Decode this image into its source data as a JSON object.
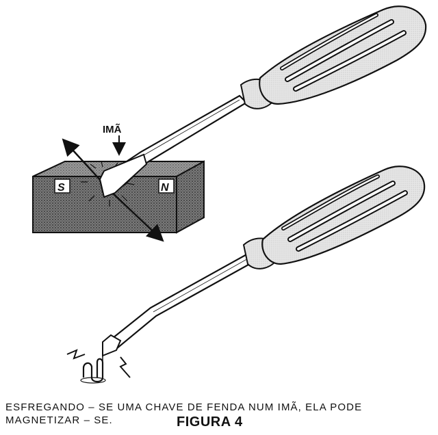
{
  "figure": {
    "magnet_label": "IMÃ",
    "pole_south": "S",
    "pole_north": "N",
    "caption_line1": "ESFREGANDO – SE UMA CHAVE DE FENDA NUM IMÃ, ELA PODE",
    "caption_line2": "MAGNETIZAR – SE.",
    "figure_label": "FIGURA 4"
  },
  "colors": {
    "ink": "#111111",
    "magnet_fill": "#8c8c8c",
    "handle_fill": "#dcdcdc",
    "paper": "#ffffff"
  },
  "icons": [
    "screwdriver",
    "bar-magnet",
    "arrow",
    "spark",
    "paper-clip"
  ]
}
